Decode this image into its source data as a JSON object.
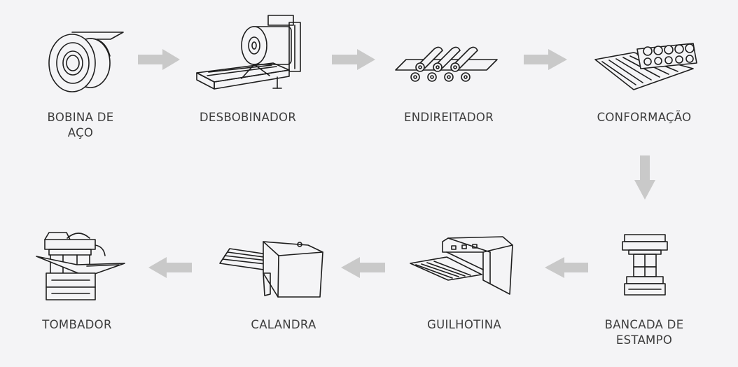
{
  "colors": {
    "background": "#f4f4f6",
    "arrow": "#c9c9c9",
    "line": "#1e1e1e",
    "text": "#3c3c3c"
  },
  "steps": [
    {
      "label": "BOBINA DE\nAÇO",
      "icon": "steel-coil-icon"
    },
    {
      "label": "DESBOBINADOR",
      "icon": "decoiler-icon"
    },
    {
      "label": "ENDIREITADOR",
      "icon": "straightener-icon"
    },
    {
      "label": "CONFORMAÇÃO",
      "icon": "roll-forming-icon"
    },
    {
      "label": "BANCADA DE\nESTAMPO",
      "icon": "stamping-press-icon"
    },
    {
      "label": "GUILHOTINA",
      "icon": "guillotine-icon"
    },
    {
      "label": "CALANDRA",
      "icon": "calender-roller-icon"
    },
    {
      "label": "TOMBADOR",
      "icon": "folding-machine-icon"
    }
  ],
  "arrows": [
    {
      "name": "arrow-right-1",
      "direction": "right"
    },
    {
      "name": "arrow-right-2",
      "direction": "right"
    },
    {
      "name": "arrow-right-3",
      "direction": "right"
    },
    {
      "name": "arrow-down-1",
      "direction": "down"
    },
    {
      "name": "arrow-left-1",
      "direction": "left"
    },
    {
      "name": "arrow-left-2",
      "direction": "left"
    },
    {
      "name": "arrow-left-3",
      "direction": "left"
    }
  ]
}
